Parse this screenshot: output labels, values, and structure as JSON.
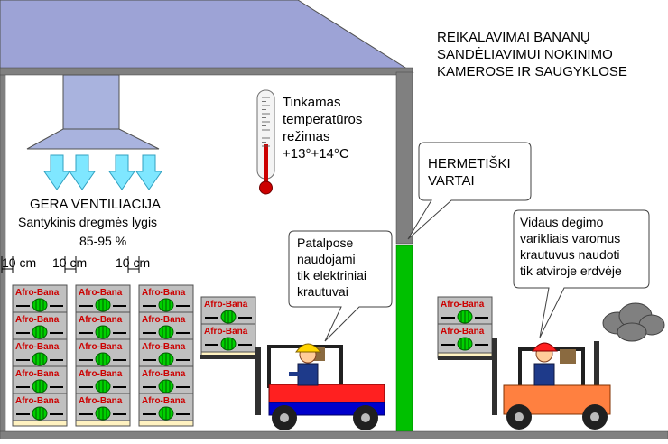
{
  "title": {
    "lines": [
      "REIKALAVIMAI BANANŲ",
      "SANDĖLIAVIMUI NOKINIMO",
      "KAMEROSE IR SAUGYKLOSE"
    ]
  },
  "temperature": {
    "lines": [
      "Tinkamas",
      "temperatūros",
      "režimas"
    ],
    "range": "+13°+14°C"
  },
  "ventilation": {
    "label": "GERA VENTILIACIJA",
    "humidity_label": "Santykinis dregmės lygis",
    "humidity_value": "85-95 %"
  },
  "spacing": [
    "10 cm",
    "10 cm",
    "10 cm"
  ],
  "box_label": "Afro-Bana",
  "callouts": {
    "gates": [
      "HERMETIŠKI",
      "VARTAI"
    ],
    "electric": [
      "Patalpose",
      "naudojami",
      "tik elektriniai",
      "krautuvai"
    ],
    "combustion": [
      "Vidaus degimo",
      "varikliais varomus",
      "krautuvus naudoti",
      "tik atviroje erdvėje"
    ]
  },
  "colors": {
    "roof": "#9da3d6",
    "wall": "#808080",
    "gate": "#00c000",
    "duct": "#a9b3de",
    "airflow": "#7fe7ff",
    "box": "#c0c0c0",
    "box_label": "#cc0000",
    "banana": "#00d000",
    "thermometer": "#cc0000",
    "electric_forklift": "#ff2020",
    "electric_forklift_base": "#0000cc",
    "combustion_forklift": "#ff8040",
    "pallet": "#fff2c0",
    "smoke": "#808080"
  },
  "icons": [
    "thermometer-icon",
    "down-arrow-icon",
    "hard-hat-icon",
    "smoke-cloud-icon"
  ]
}
